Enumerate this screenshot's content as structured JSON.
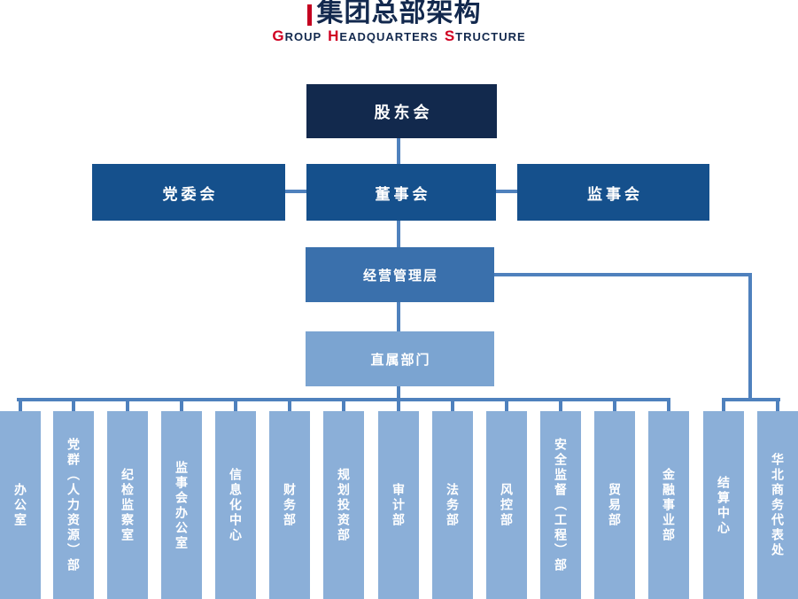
{
  "title": "集团总部架构",
  "subtitle": {
    "parts": [
      "G",
      "ROUP",
      "H",
      "EADQUARTERS",
      "S",
      "TRUCTURE"
    ]
  },
  "nodes": {
    "shareholders": "股东会",
    "party_committee": "党委会",
    "board": "董事会",
    "supervisory": "监事会",
    "management": "经营管理层",
    "direct_departments": "直属部门"
  },
  "departments": [
    "办公室",
    "党群（人力资源）部",
    "纪检监察室",
    "监事会办公室",
    "信息化中心",
    "财务部",
    "规划投资部",
    "审计部",
    "法务部",
    "风控部",
    "安全监督（工程）部",
    "贸易部",
    "金融事业部",
    "结算中心",
    "华北商务代表处"
  ],
  "colors": {
    "title_navy": "#13294E",
    "accent_red": "#D00021",
    "level1": "#12294D",
    "level2": "#15508C",
    "level3": "#3A70AC",
    "level4": "#7BA4D1",
    "department": "#8BAFD8",
    "connector": "#4F81BD"
  }
}
